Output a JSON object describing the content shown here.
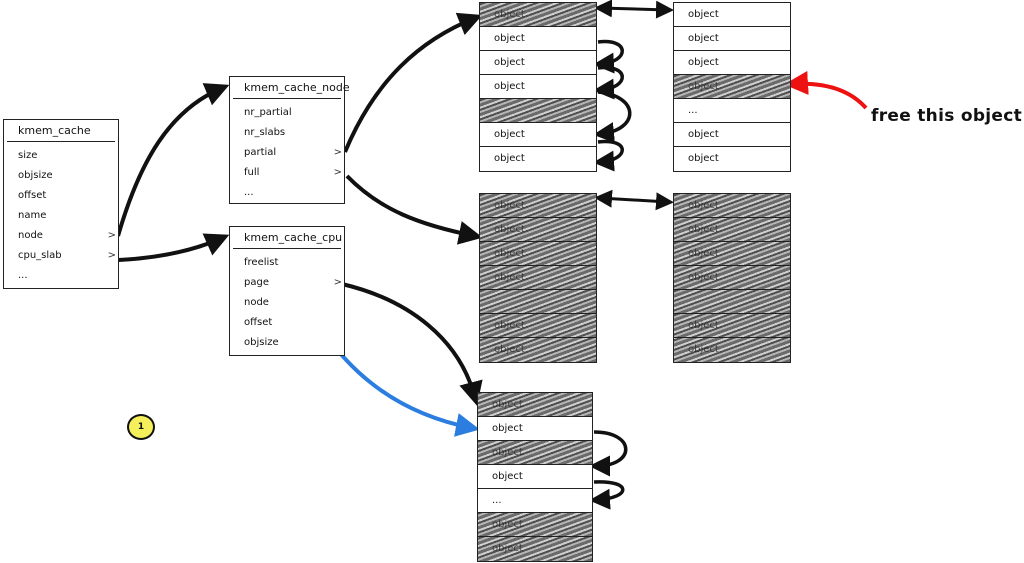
{
  "kmem_cache": {
    "title": "kmem_cache",
    "fields": [
      "size",
      "objsize",
      "offset",
      "name",
      "node",
      "cpu_slab",
      "..."
    ],
    "pointer_fields": [
      "node",
      "cpu_slab"
    ]
  },
  "kmem_cache_node": {
    "title": "kmem_cache_node",
    "fields": [
      "nr_partial",
      "nr_slabs",
      "partial",
      "full",
      "..."
    ],
    "pointer_fields": [
      "partial",
      "full"
    ]
  },
  "kmem_cache_cpu": {
    "title": "kmem_cache_cpu",
    "fields": [
      "freelist",
      "page",
      "node",
      "offset",
      "objsize"
    ],
    "pointer_fields": [
      "page"
    ]
  },
  "pointer_glyph": ">",
  "slabs": {
    "partial_slab_1": {
      "slots": [
        {
          "label": "object",
          "used": true
        },
        {
          "label": "object",
          "used": false
        },
        {
          "label": "object",
          "used": false
        },
        {
          "label": "object",
          "used": false
        },
        {
          "label": "",
          "used": true
        },
        {
          "label": "object",
          "used": false
        },
        {
          "label": "object",
          "used": false
        }
      ]
    },
    "partial_slab_2": {
      "slots": [
        {
          "label": "object",
          "used": false
        },
        {
          "label": "object",
          "used": false
        },
        {
          "label": "object",
          "used": false
        },
        {
          "label": "object",
          "used": true
        },
        {
          "label": "...",
          "used": false
        },
        {
          "label": "object",
          "used": false
        },
        {
          "label": "object",
          "used": false
        }
      ]
    },
    "full_slab_1": {
      "slots": [
        {
          "label": "object",
          "used": true
        },
        {
          "label": "object",
          "used": true
        },
        {
          "label": "object",
          "used": true
        },
        {
          "label": "object",
          "used": true
        },
        {
          "label": "",
          "used": true
        },
        {
          "label": "object",
          "used": true
        },
        {
          "label": "object",
          "used": true
        }
      ]
    },
    "full_slab_2": {
      "slots": [
        {
          "label": "object",
          "used": true
        },
        {
          "label": "object",
          "used": true
        },
        {
          "label": "object",
          "used": true
        },
        {
          "label": "object",
          "used": true
        },
        {
          "label": "",
          "used": true
        },
        {
          "label": "object",
          "used": true
        },
        {
          "label": "object",
          "used": true
        }
      ]
    },
    "cpu_slab": {
      "slots": [
        {
          "label": "object",
          "used": true
        },
        {
          "label": "object",
          "used": false
        },
        {
          "label": "object",
          "used": true
        },
        {
          "label": "object",
          "used": false
        },
        {
          "label": "...",
          "used": false
        },
        {
          "label": "object",
          "used": true
        },
        {
          "label": "object",
          "used": true
        }
      ]
    }
  },
  "annotation": {
    "text": "free this object",
    "color": "#ee1111"
  },
  "freelist_arrow_color": "#2b7de0",
  "step_badge": {
    "label": "1",
    "color": "#f4ef5a"
  }
}
